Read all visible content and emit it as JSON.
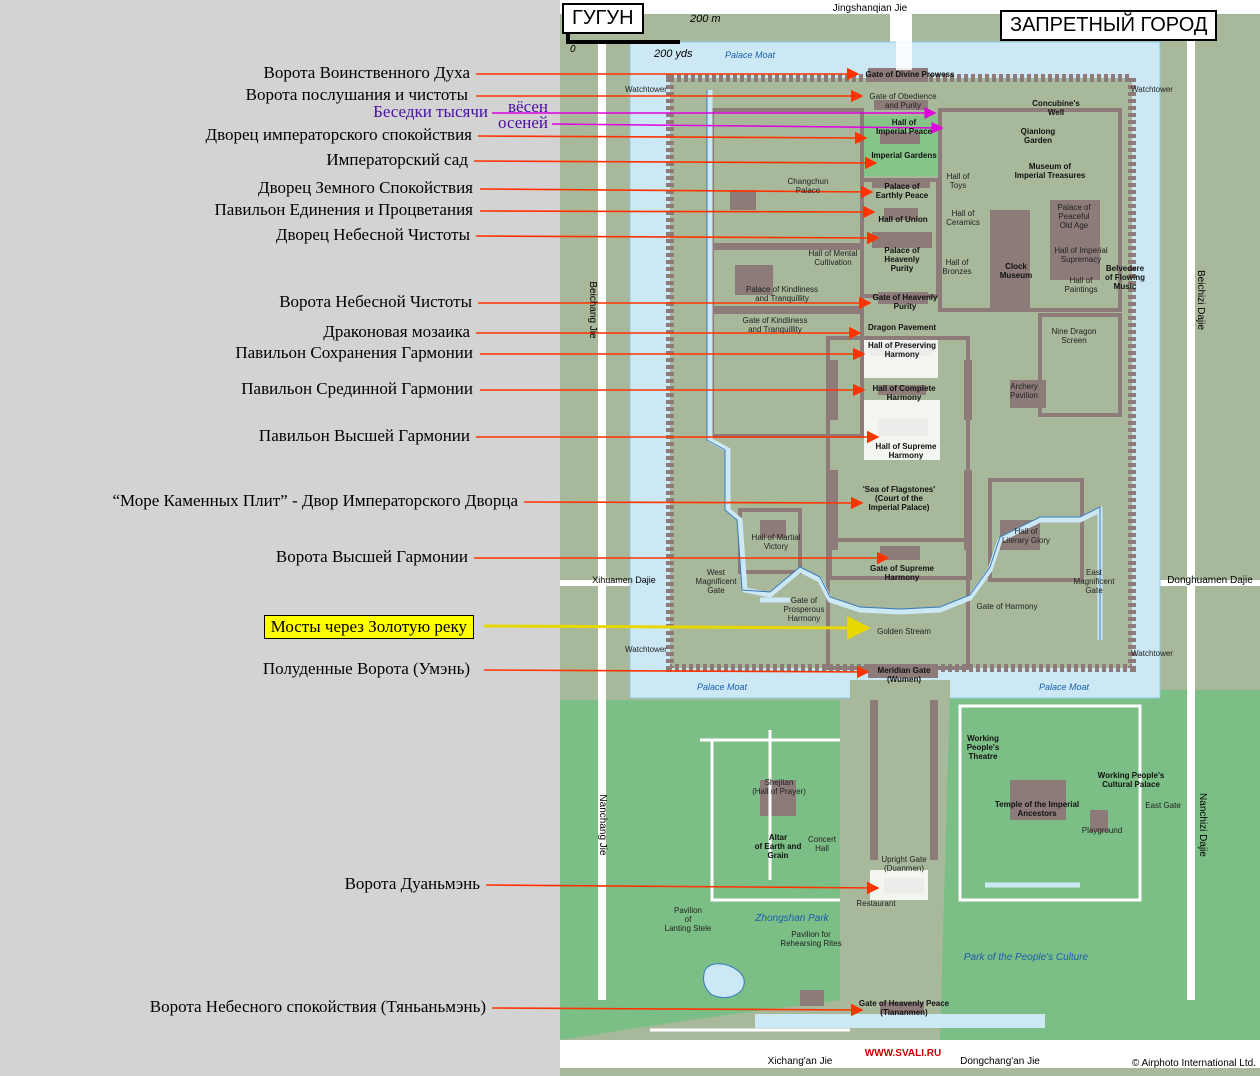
{
  "map": {
    "title_left": "ГУГУН",
    "title_right": "ЗАПРЕТНЫЙ ГОРОД",
    "scale_m": "200 m",
    "scale_yds": "200 yds",
    "scale_zero": "0",
    "watermark": "WWW.SVALI.RU",
    "copyright": "© Airphoto International Ltd.",
    "colors": {
      "background": "#d3d3d3",
      "map_base": "#a8b89a",
      "moat": "#cce8f5",
      "park": "#7cbf86",
      "building": "#8c7b78",
      "road": "#ffffff",
      "arrow": "#ff3300",
      "highlight_arrow": "#ffff00",
      "purple_arrow": "#e000e0"
    }
  },
  "annotations": [
    {
      "text": "Ворота Воинственного Духа"
    },
    {
      "text": "Ворота послушания и чистоты"
    },
    {
      "text": "Беседки тысячи"
    },
    {
      "text": "вёсен"
    },
    {
      "text": "осеней"
    },
    {
      "text": "Дворец императорского спокойствия"
    },
    {
      "text": "Императорский сад"
    },
    {
      "text": "Дворец Земного Спокойствия"
    },
    {
      "text": "Павильон Единения и Процветания"
    },
    {
      "text": "Дворец Небесной Чистоты"
    },
    {
      "text": "Ворота Небесной Чистоты"
    },
    {
      "text": "Драконовая мозаика"
    },
    {
      "text": "Павильон Сохранения Гармонии"
    },
    {
      "text": "Павильон Срединной Гармонии"
    },
    {
      "text": "Павильон Высшей Гармонии"
    },
    {
      "text": "“Море Каменных Плит” - Двор Императорского Дворца"
    },
    {
      "text": "Ворота Высшей Гармонии"
    },
    {
      "text": "Мосты через Золотую реку"
    },
    {
      "text": "Полуденные Ворота (Умэнь)"
    },
    {
      "text": "Ворота Дуаньмэнь"
    },
    {
      "text": "Ворота Небесного спокойствия (Тяньаньмэнь)"
    }
  ],
  "streets": {
    "north": "Jingshanqian Jie",
    "west_upper": "Beichang Jie",
    "east_upper": "Beichizi Dajie",
    "west_lower": "Nanchang Jie",
    "east_lower": "Nanchizi Dajie",
    "west_mid": "Xihuamen Dajie",
    "east_mid": "Donghuamen Dajie",
    "south_left": "Xichang'an Jie",
    "south_right": "Dongchang'an Jie"
  },
  "places": [
    "Palace Moat",
    "Watchtower",
    "Gate of Divine Prowess",
    "Gate of Obedience\nand Purity",
    "Hall of\nImperial Peace",
    "Imperial  Gardens",
    "Concubine's\nWell",
    "Qianlong\nGarden",
    "Museum of\nImperial Treasures",
    "Changchun\nPalace",
    "Palace of\nEarthly Peace",
    "Hall of Union",
    "Palace of\nHeavenly\nPurity",
    "Hall of\nToys",
    "Hall of\nCeramics",
    "Palace of\nPeaceful\nOld Age",
    "Hall of Imperial\nSupremacy",
    "Hall of Mental\nCultivation",
    "Hall of\nBronzes",
    "Clock\nMuseum",
    "Hall of\nPaintings",
    "Belvedere\nof Flowing\nMusic",
    "Palace of Kindliness\nand Tranquillity",
    "Gate of Heavenly\nPurity",
    "Gate of Kindliness\nand Tranquillity",
    "Dragon Pavement",
    "Nine Dragon\nScreen",
    "Hall of Preserving\nHarmony",
    "Hall of Complete\nHarmony",
    "Archery\nPavilion",
    "Hall of Supreme\nHarmony",
    "'Sea of Flagstones'\n(Court of the\nImperial Palace)",
    "Hall of\nLiterary Glory",
    "Hall of Martial\nVictory",
    "Gate of Supreme\nHarmony",
    "West\nMagnificent\nGate",
    "East\nMagnificent\nGate",
    "Gate of\nProsperous\nHarmony",
    "Gate of Harmony",
    "Golden Stream",
    "Meridian Gate\n(Wumen)",
    "Working\nPeople's\nTheatre",
    "Working People's\nCultural Palace",
    "Shejitan\n(Hall of Prayer)",
    "Temple of the Imperial\nAncestors",
    "East Gate",
    "Altar\nof Earth and\nGrain",
    "Concert\nHall",
    "Playground",
    "Upright Gate\n(Duanmen)",
    "Restaurant",
    "Zhongshan Park",
    "Pavilion\nof\nLanting Stele",
    "Pavilion for\nRehearsing Rites",
    "Park of the People's Culture",
    "Gate of Heavenly Peace\n(Tiananmen)"
  ]
}
